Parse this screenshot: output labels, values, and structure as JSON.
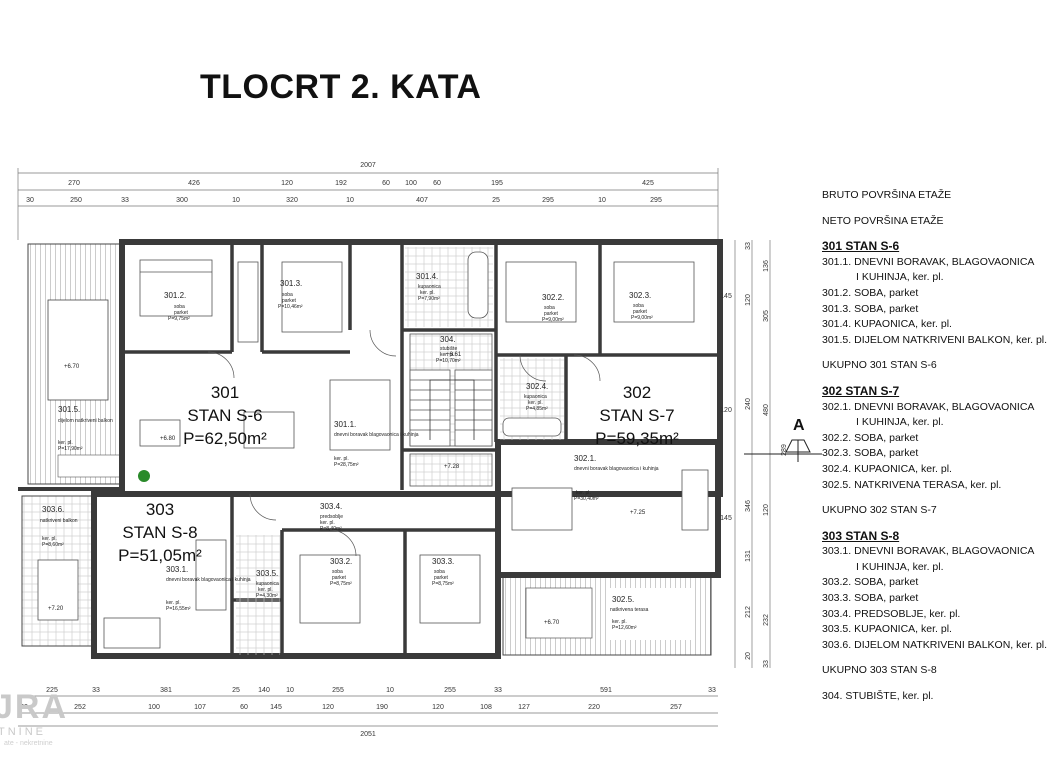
{
  "title": "TLOCRT 2. KATA",
  "dimensions": {
    "top_total": "2007",
    "top_row1": [
      "270",
      "426",
      "120",
      "192",
      "60",
      "100",
      "60",
      "195",
      "425"
    ],
    "top_row2": [
      "30",
      "250",
      "33",
      "300",
      "10",
      "320",
      "10",
      "407",
      "25",
      "295",
      "10",
      "295"
    ],
    "bottom_row1": [
      "225",
      "33",
      "381",
      "25",
      "140",
      "10",
      "255",
      "10",
      "255",
      "33",
      "591",
      "33"
    ],
    "bottom_row2": [
      "20",
      "252",
      "100",
      "107",
      "60",
      "145",
      "120",
      "190",
      "120",
      "108",
      "127",
      "220",
      "257"
    ],
    "bottom_total": "2051",
    "right_col1": [
      "33",
      "136",
      "120",
      "305",
      "240",
      "480",
      "289",
      "346",
      "120",
      "131",
      "212",
      "232",
      "20",
      "33"
    ],
    "right_col2": [
      "145",
      "120",
      "145"
    ]
  },
  "apartments": [
    {
      "number": "301",
      "name": "STAN S-6",
      "area": "P=62,50m²"
    },
    {
      "number": "302",
      "name": "STAN S-7",
      "area": "P=59,35m²"
    },
    {
      "number": "303",
      "name": "STAN S-8",
      "area": "P=51,05m²"
    }
  ],
  "rooms": [
    {
      "id": "301.2.",
      "desc": "soba",
      "floor": "parket",
      "area": "P=9,75m²"
    },
    {
      "id": "301.3.",
      "desc": "soba",
      "floor": "parket",
      "area": "P=10,46m²"
    },
    {
      "id": "301.4.",
      "desc": "kupaonica",
      "floor": "ker. pl.",
      "area": "P=7,90m²"
    },
    {
      "id": "304.",
      "desc": "stubište",
      "floor": "ker. pl.",
      "area": "P=10,70m²"
    },
    {
      "id": "302.2.",
      "desc": "soba",
      "floor": "parket",
      "area": "P=9,00m²"
    },
    {
      "id": "302.3.",
      "desc": "soba",
      "floor": "parket",
      "area": "P=9,00m²"
    },
    {
      "id": "301.5.",
      "desc": "dijelom natkriveni balkon",
      "floor": "ker. pl.",
      "area": "P=17,90m²"
    },
    {
      "id": "301.1.",
      "desc": "dnevni boravak blagovaonica i kuhinja",
      "floor": "ker. pl.",
      "area": "P=28,75m²"
    },
    {
      "id": "302.4.",
      "desc": "kupaonica",
      "floor": "ker. pl.",
      "area": "P=4,85m²"
    },
    {
      "id": "302.1.",
      "desc": "dnevni boravak blagovaonica i kuhinja",
      "floor": "ker. pl.",
      "area": "P=30,40m²"
    },
    {
      "id": "303.6.",
      "desc": "natkriveni balkon",
      "floor": "ker. pl.",
      "area": "P=8,60m²"
    },
    {
      "id": "303.1.",
      "desc": "dnevni boravak blagovaonica i kuhinja",
      "floor": "ker. pl.",
      "area": "P=16,55m²"
    },
    {
      "id": "303.4.",
      "desc": "predsoblje",
      "floor": "ker. pl.",
      "area": "P=8,40m²"
    },
    {
      "id": "303.5.",
      "desc": "kupaonica",
      "floor": "ker. pl.",
      "area": "P=4,30m²"
    },
    {
      "id": "303.2.",
      "desc": "soba",
      "floor": "parket",
      "area": "P=8,75m²"
    },
    {
      "id": "303.3.",
      "desc": "soba",
      "floor": "parket",
      "area": "P=8,75m²"
    },
    {
      "id": "302.5.",
      "desc": "natkrivena terasa",
      "floor": "ker. pl.",
      "area": "P=12,60m²"
    }
  ],
  "levels": [
    "+6.61",
    "+6.80",
    "+7.28",
    "+7.25",
    "+7.20",
    "+6.70",
    "+6.70"
  ],
  "section_marker": "A",
  "legend": {
    "bruto": "BRUTO POVRŠINA ETAŽE",
    "neto": "NETO POVRŠINA ETAŽE",
    "groups": [
      {
        "head": "301 STAN S-6",
        "items": [
          "301.1. DNEVNI BORAVAK, BLAGOVAONICA",
          "I KUHINJA, ker. pl.",
          "301.2. SOBA, parket",
          "301.3. SOBA, parket",
          "301.4. KUPAONICA, ker. pl.",
          "301.5. DIJELOM NATKRIVENI BALKON, ker. pl."
        ],
        "total": "UKUPNO 301 STAN  S-6"
      },
      {
        "head": "302 STAN S-7",
        "items": [
          "302.1. DNEVNI BORAVAK, BLAGOVAONICA",
          "I KUHINJA, ker. pl.",
          "302.2.  SOBA, parket",
          "302.3.  SOBA, parket",
          "302.4. KUPAONICA, ker. pl.",
          "302.5. NATKRIVENA TERASA, ker. pl."
        ],
        "total": "UKUPNO 302 STAN  S-7"
      },
      {
        "head": "303 STAN S-8",
        "items": [
          "303.1. DNEVNI BORAVAK, BLAGOVAONICA",
          "I KUHINJA, ker. pl.",
          "303.2. SOBA, parket",
          "303.3. SOBA, parket",
          "303.4. PREDSOBLJE, ker. pl.",
          "303.5. KUPAONICA, ker. pl.",
          "303.6. DIJELOM NATKRIVENI BALKON, ker. pl."
        ],
        "total": "UKUPNO 303 STAN  S-8"
      }
    ],
    "stairs": "304. STUBIŠTE, ker. pl."
  },
  "logo": {
    "big": "JRA",
    "small": "TNINE",
    "tiny": "ate - nekretnine"
  },
  "colors": {
    "wall": "#3a3a3a",
    "line": "#555555",
    "hatch": "#9a9a9a",
    "tree": "#2a8a2a"
  }
}
